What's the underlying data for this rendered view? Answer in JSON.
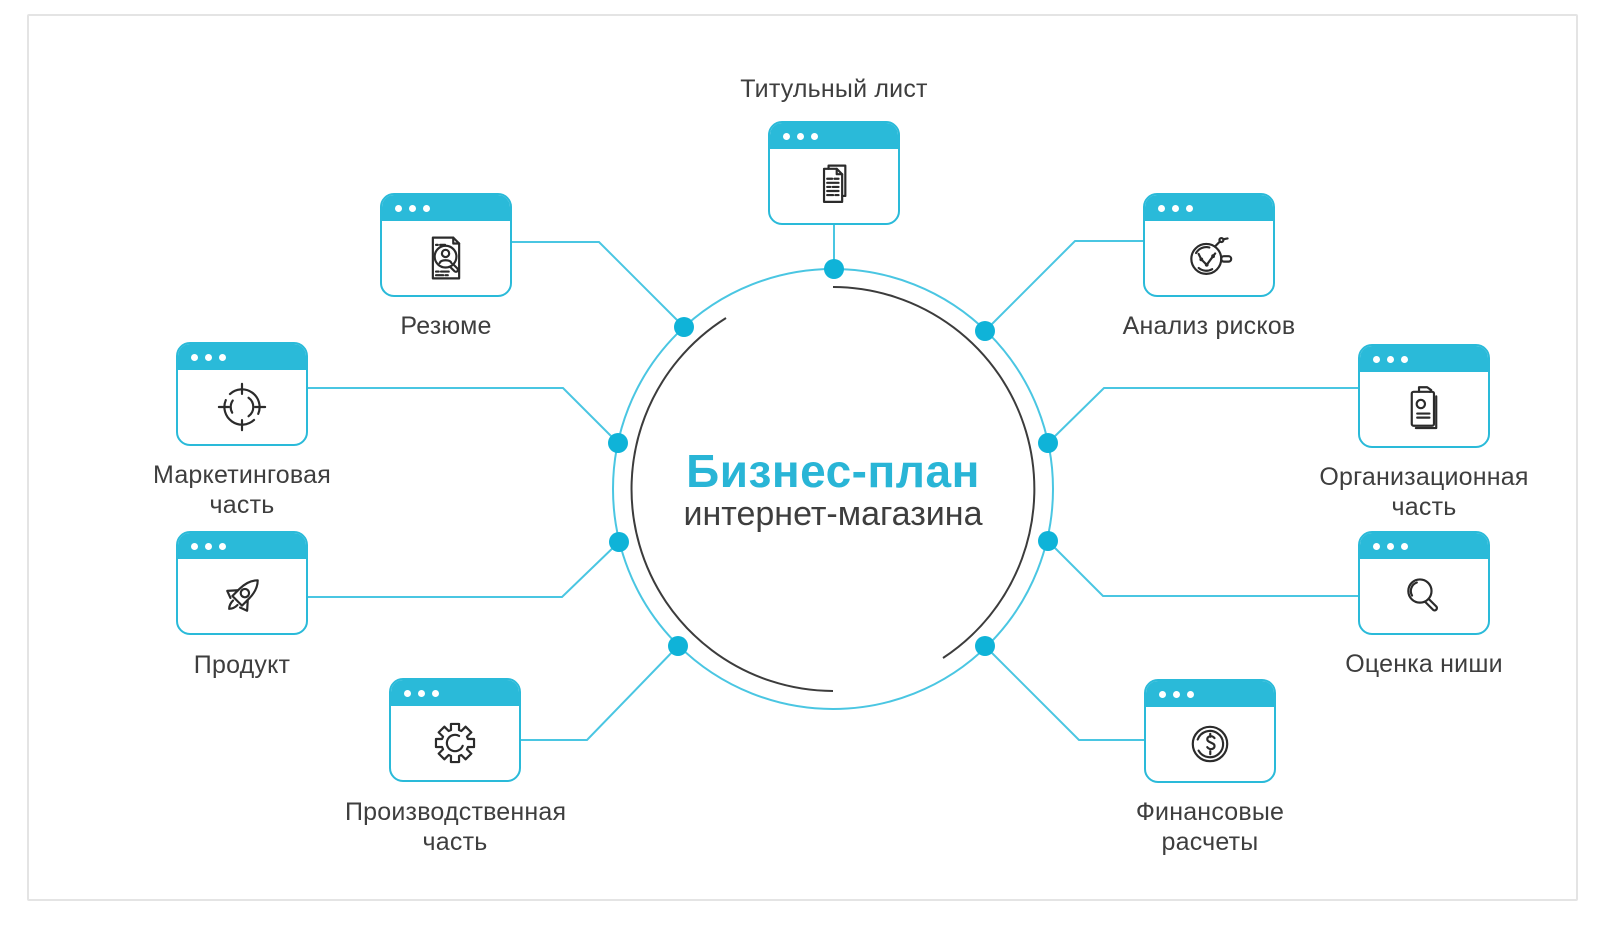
{
  "center": {
    "title": "Бизнес-план",
    "subtitle": "интернет-магазина"
  },
  "nodes": [
    {
      "id": "title-page",
      "label": "Титульный лист",
      "icon": "document-icon"
    },
    {
      "id": "resume",
      "label": "Резюме",
      "icon": "resume-search-icon"
    },
    {
      "id": "marketing",
      "label": "Маркетинговая часть",
      "icon": "target-icon"
    },
    {
      "id": "product",
      "label": "Продукт",
      "icon": "rocket-icon"
    },
    {
      "id": "production",
      "label": "Производственная часть",
      "icon": "gear-icon"
    },
    {
      "id": "risk",
      "label": "Анализ рисков",
      "icon": "risk-chart-icon"
    },
    {
      "id": "org",
      "label": "Организационная часть",
      "icon": "clipboard-icon"
    },
    {
      "id": "niche",
      "label": "Оценка ниши",
      "icon": "magnifier-icon"
    },
    {
      "id": "finance",
      "label": "Финансовые расчеты",
      "icon": "dollar-coin-icon"
    }
  ],
  "colors": {
    "accent": "#2abad9",
    "connector": "#4ac6e2",
    "node_dot": "#0fb3d8",
    "center_title": "#29b5d6",
    "text_dark": "#3e3e3e",
    "icon_stroke": "#2b2b2b",
    "panel_border": "#e4e4e4"
  }
}
